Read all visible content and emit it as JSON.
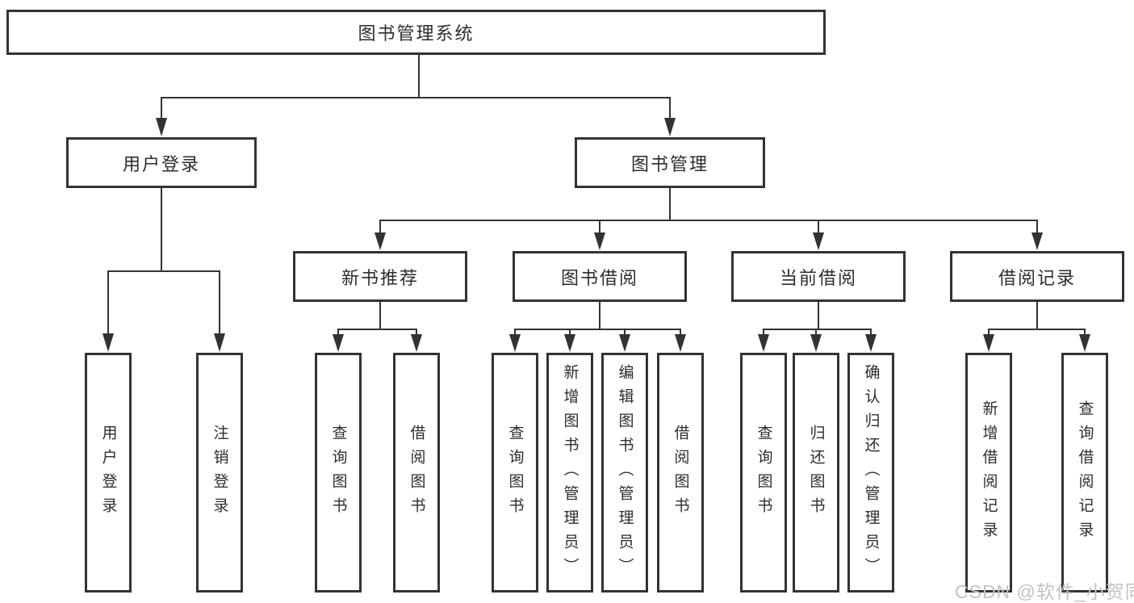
{
  "diagram": {
    "root": {
      "label": "图书管理系统"
    },
    "level1": [
      {
        "label": "用户登录"
      },
      {
        "label": "图书管理"
      }
    ],
    "level2": [
      {
        "label": "新书推荐"
      },
      {
        "label": "图书借阅"
      },
      {
        "label": "当前借阅"
      },
      {
        "label": "借阅记录"
      }
    ],
    "leaves": [
      {
        "label": "用户登录"
      },
      {
        "label": "注销登录"
      },
      {
        "label": "查询图书"
      },
      {
        "label": "借阅图书"
      },
      {
        "label": "查询图书"
      },
      {
        "label": "新增图书（管理员）"
      },
      {
        "label": "编辑图书（管理员）"
      },
      {
        "label": "借阅图书"
      },
      {
        "label": "查询图书"
      },
      {
        "label": "归还图书"
      },
      {
        "label": "确认归还（管理员）"
      },
      {
        "label": "新增借阅记录"
      },
      {
        "label": "查询借阅记录"
      }
    ],
    "watermark": "CSDN @软件_小贺同学",
    "colors": {
      "line": "#333333",
      "text": "#2d2d2d",
      "watermark": "#c2c2c2",
      "background": "#ffffff"
    }
  }
}
